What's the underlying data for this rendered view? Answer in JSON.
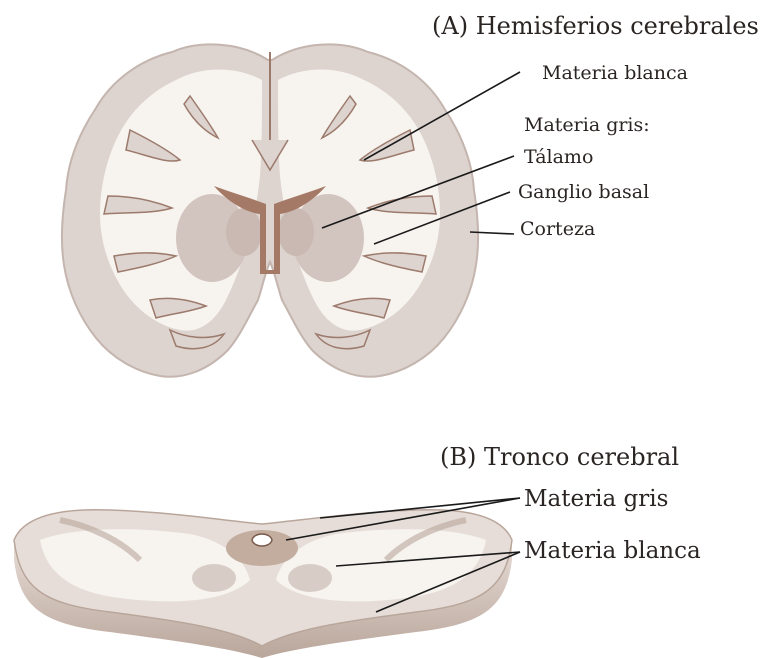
{
  "panelA": {
    "title": "(A) Hemisferios cerebrales",
    "labels": {
      "white_matter": "Materia blanca",
      "gray_matter": "Materia gris:",
      "thalamus": "Tálamo",
      "basal_ganglia": "Ganglio basal",
      "cortex": "Corteza"
    }
  },
  "panelB": {
    "title": "(B) Tronco cerebral",
    "labels": {
      "gray_matter": "Materia gris",
      "white_matter": "Materia blanca"
    }
  },
  "colors": {
    "tissue_gray": "#ddd3cf",
    "white_matter": "#f7f3ef",
    "deep_gray": "#c9b9b2",
    "ventricle": "#a47a66",
    "stem_side": "#c8b7ad",
    "leader_line": "#1a1a1a"
  }
}
